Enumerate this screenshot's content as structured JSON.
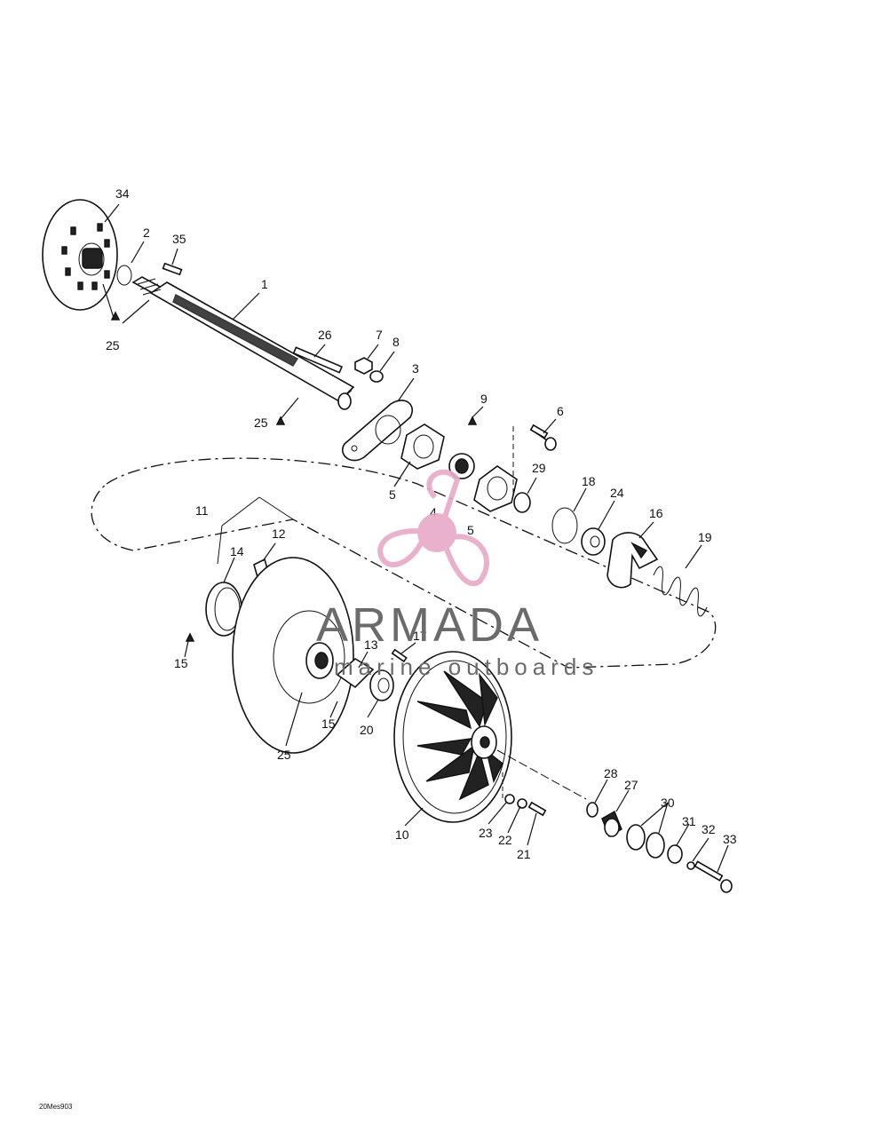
{
  "diagram": {
    "figure_code": "20Mes903",
    "callouts": [
      {
        "id": "c34a",
        "text": "34"
      },
      {
        "id": "c2",
        "text": "2"
      },
      {
        "id": "c35",
        "text": "35"
      },
      {
        "id": "c1",
        "text": "1"
      },
      {
        "id": "c25a",
        "text": "25"
      },
      {
        "id": "c26",
        "text": "26"
      },
      {
        "id": "c7",
        "text": "7"
      },
      {
        "id": "c8",
        "text": "8"
      },
      {
        "id": "c3",
        "text": "3"
      },
      {
        "id": "c25b",
        "text": "25"
      },
      {
        "id": "c9",
        "text": "9"
      },
      {
        "id": "c6",
        "text": "6"
      },
      {
        "id": "c5a",
        "text": "5"
      },
      {
        "id": "c29",
        "text": "29"
      },
      {
        "id": "c18",
        "text": "18"
      },
      {
        "id": "c4",
        "text": "4"
      },
      {
        "id": "c5b",
        "text": "5"
      },
      {
        "id": "c24",
        "text": "24"
      },
      {
        "id": "c16",
        "text": "16"
      },
      {
        "id": "c19",
        "text": "19"
      },
      {
        "id": "c11",
        "text": "11"
      },
      {
        "id": "c12",
        "text": "12"
      },
      {
        "id": "c14",
        "text": "14"
      },
      {
        "id": "c15a",
        "text": "15"
      },
      {
        "id": "c13",
        "text": "13"
      },
      {
        "id": "c17",
        "text": "17"
      },
      {
        "id": "c15b",
        "text": "15"
      },
      {
        "id": "c20",
        "text": "20"
      },
      {
        "id": "c25c",
        "text": "25"
      },
      {
        "id": "c28",
        "text": "28"
      },
      {
        "id": "c27",
        "text": "27"
      },
      {
        "id": "c30",
        "text": "30"
      },
      {
        "id": "c31",
        "text": "31"
      },
      {
        "id": "c32",
        "text": "32"
      },
      {
        "id": "c33",
        "text": "33"
      },
      {
        "id": "c23",
        "text": "23"
      },
      {
        "id": "c22",
        "text": "22"
      },
      {
        "id": "c21",
        "text": "21"
      },
      {
        "id": "c10",
        "text": "10"
      }
    ]
  },
  "watermark": {
    "brand": "ARMADA",
    "tagline": "marine outboards",
    "logo_color": "#e8a9c8",
    "text_color": "#6b6b6b"
  }
}
